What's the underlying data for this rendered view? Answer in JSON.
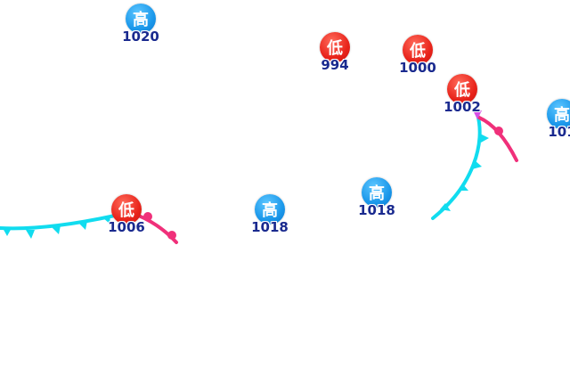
{
  "map": {
    "colors": {
      "cold_front": "#11dcef",
      "warm_front": "#f0307a",
      "low_center": "#e8231a",
      "high_center": "#1a97ea",
      "value_text": "#1a2a8f"
    },
    "centers": [
      {
        "id": "high-1020",
        "type": "high",
        "symbol": "高",
        "value": "1020"
      },
      {
        "id": "low-994",
        "type": "low",
        "symbol": "低",
        "value": "994"
      },
      {
        "id": "low-1000",
        "type": "low",
        "symbol": "低",
        "value": "1000"
      },
      {
        "id": "low-1002",
        "type": "low",
        "symbol": "低",
        "value": "1002"
      },
      {
        "id": "high-101x",
        "type": "high",
        "symbol": "高",
        "value": "101"
      },
      {
        "id": "low-1006",
        "type": "low",
        "symbol": "低",
        "value": "1006"
      },
      {
        "id": "high-1018a",
        "type": "high",
        "symbol": "高",
        "value": "1018"
      },
      {
        "id": "high-1018b",
        "type": "high",
        "symbol": "高",
        "value": "1018"
      }
    ]
  }
}
